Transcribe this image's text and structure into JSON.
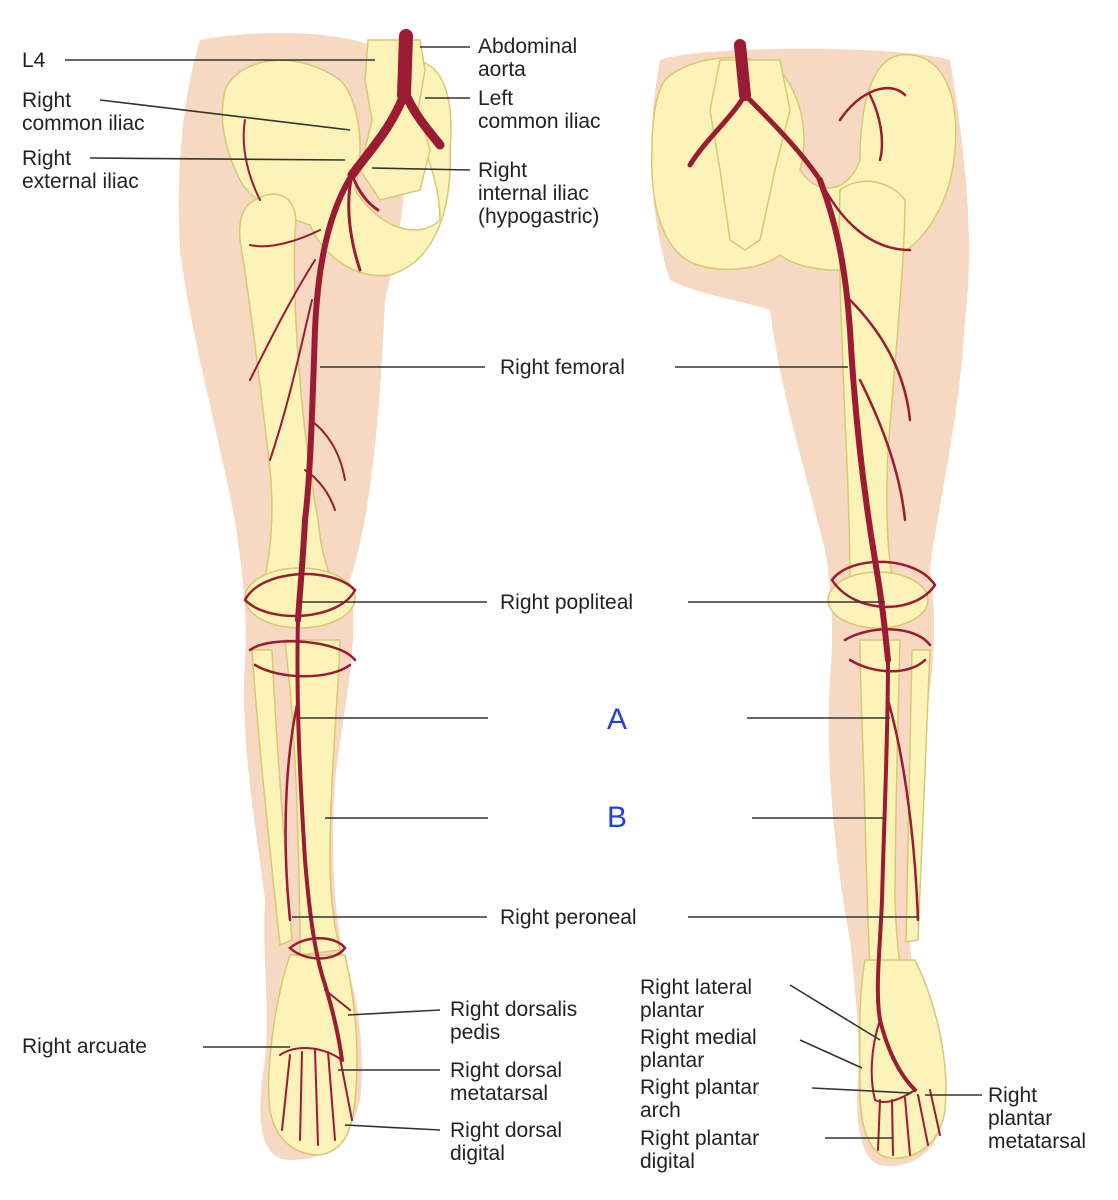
{
  "labels": {
    "l4": "L4",
    "abdominal_aorta": [
      "Abdominal",
      "aorta"
    ],
    "right_common_iliac": [
      "Right",
      "common iliac"
    ],
    "left_common_iliac": [
      "Left",
      "common iliac"
    ],
    "right_external_iliac": [
      "Right",
      "external iliac"
    ],
    "right_internal_iliac": [
      "Right",
      "internal iliac",
      "(hypogastric)"
    ],
    "right_femoral": "Right femoral",
    "right_popliteal": "Right popliteal",
    "marker_a": "A",
    "marker_b": "B",
    "right_peroneal": "Right peroneal",
    "right_dorsalis_pedis": [
      "Right dorsalis",
      "pedis"
    ],
    "right_arcuate": "Right arcuate",
    "right_dorsal_metatarsal": [
      "Right dorsal",
      "metatarsal"
    ],
    "right_dorsal_digital": [
      "Right dorsal",
      "digital"
    ],
    "right_lateral_plantar": [
      "Right lateral",
      "plantar"
    ],
    "right_medial_plantar": [
      "Right medial",
      "plantar"
    ],
    "right_plantar_arch": [
      "Right plantar",
      "arch"
    ],
    "right_plantar_digital": [
      "Right plantar",
      "digital"
    ],
    "right_plantar_metatarsal": [
      "Right",
      "plantar",
      "metatarsal"
    ]
  },
  "colors": {
    "skin": "#f7d8c2",
    "bone": "#fbf3b8",
    "artery": "#9b1c32",
    "marker": "#1f3fe0"
  }
}
